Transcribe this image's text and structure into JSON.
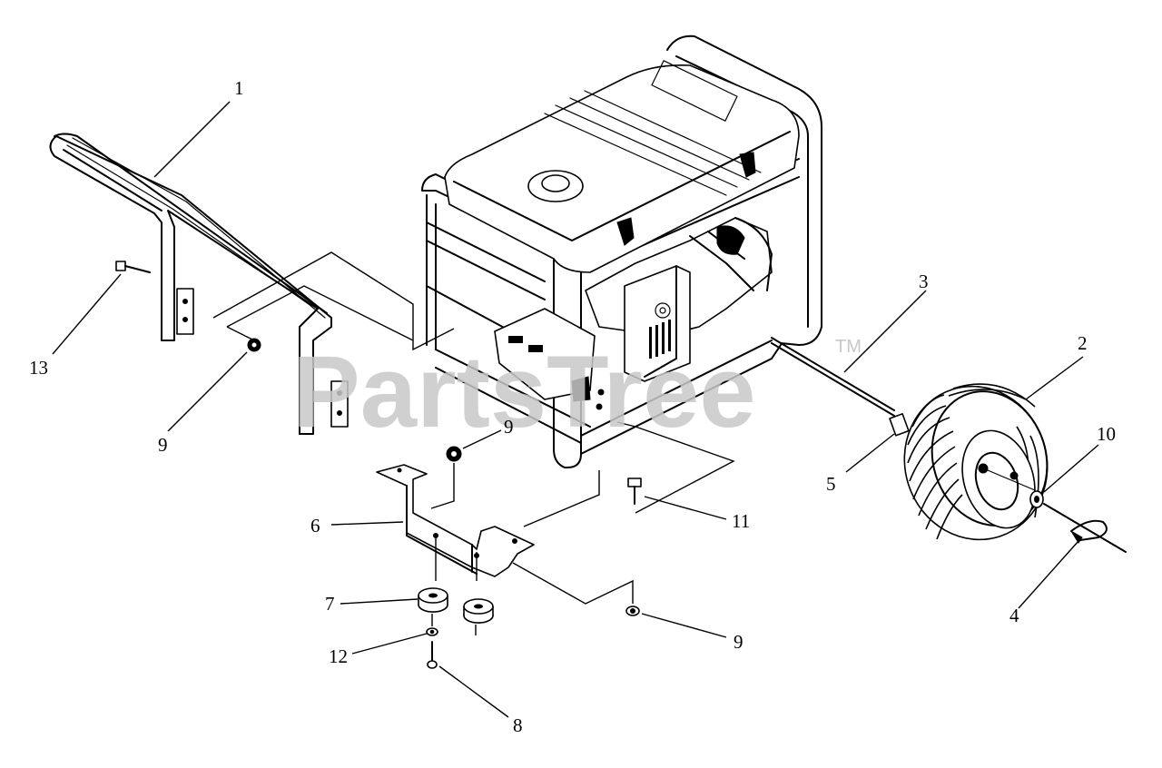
{
  "diagram": {
    "type": "exploded parts diagram",
    "watermark": {
      "text": "PartsTree",
      "trademark": "TM"
    },
    "callouts": [
      {
        "id": "c1",
        "label": "1"
      },
      {
        "id": "c2",
        "label": "2"
      },
      {
        "id": "c3",
        "label": "3"
      },
      {
        "id": "c4",
        "label": "4"
      },
      {
        "id": "c5",
        "label": "5"
      },
      {
        "id": "c6",
        "label": "6"
      },
      {
        "id": "c7",
        "label": "7"
      },
      {
        "id": "c8",
        "label": "8"
      },
      {
        "id": "c9a",
        "label": "9"
      },
      {
        "id": "c9b",
        "label": "9"
      },
      {
        "id": "c9c",
        "label": "9"
      },
      {
        "id": "c10",
        "label": "10"
      },
      {
        "id": "c11",
        "label": "11"
      },
      {
        "id": "c12",
        "label": "12"
      },
      {
        "id": "c13",
        "label": "13"
      }
    ],
    "colors": {
      "line": "#000000",
      "background": "#ffffff",
      "watermark": "#c8c8c8"
    }
  }
}
